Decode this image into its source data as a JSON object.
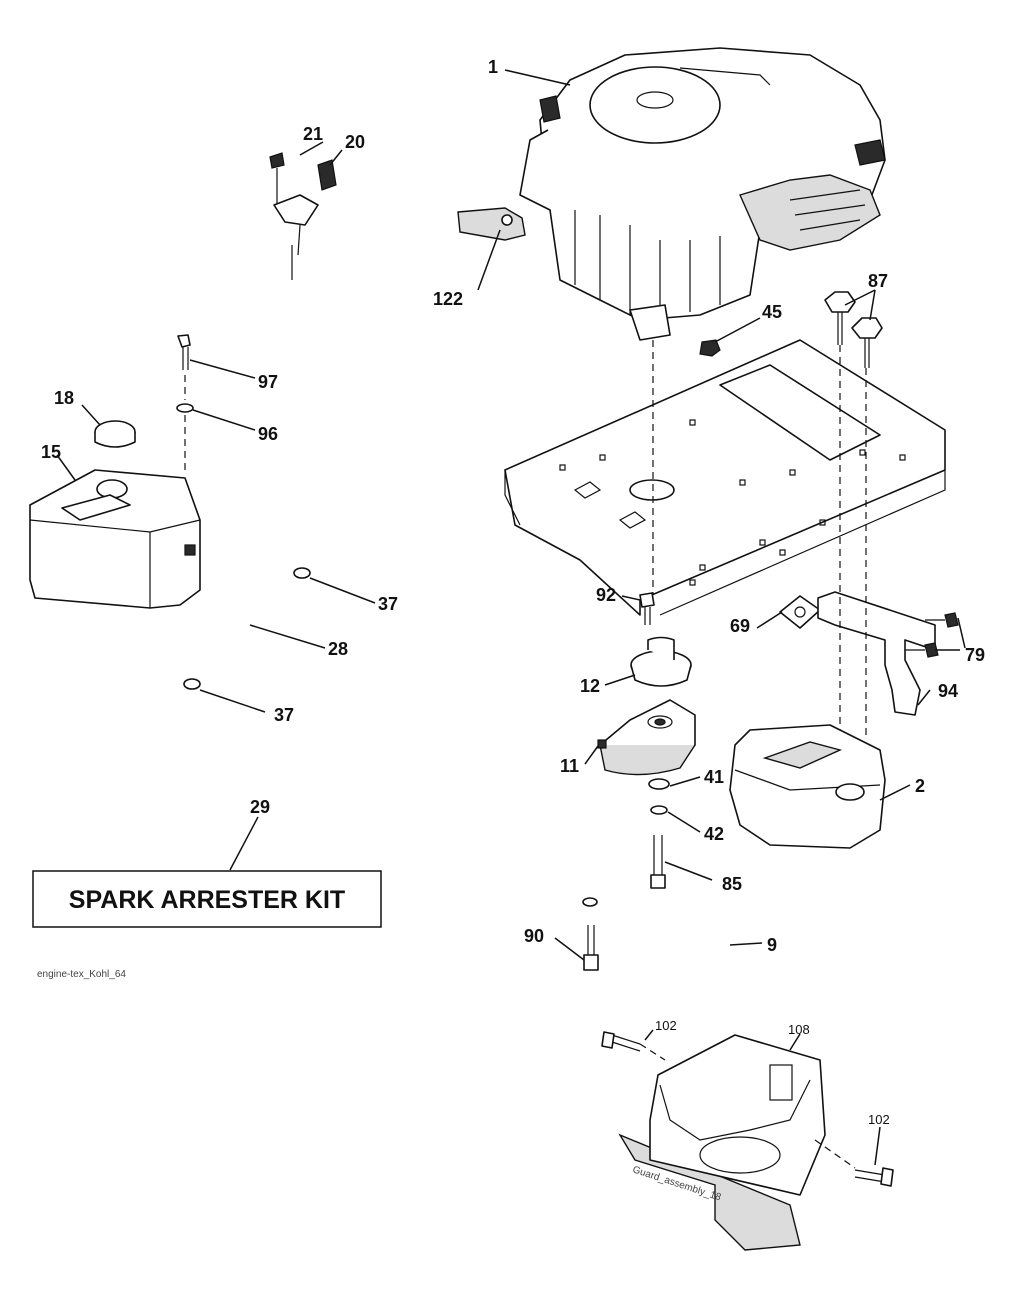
{
  "callouts": {
    "c1": "1",
    "c2": "2",
    "c9": "9",
    "c11": "11",
    "c12": "12",
    "c15": "15",
    "c18": "18",
    "c20": "20",
    "c21": "21",
    "c28": "28",
    "c29": "29",
    "c37a": "37",
    "c37b": "37",
    "c41": "41",
    "c42": "42",
    "c45": "45",
    "c69": "69",
    "c79": "79",
    "c85": "85",
    "c87": "87",
    "c90": "90",
    "c92": "92",
    "c94": "94",
    "c96": "96",
    "c97": "97",
    "c102a": "102",
    "c102b": "102",
    "c108": "108",
    "c122": "122"
  },
  "kit_label": "SPARK ARRESTER KIT",
  "drawing_id": "engine-tex_Kohl_64",
  "guard_stamp": "Guard_assembly_18"
}
